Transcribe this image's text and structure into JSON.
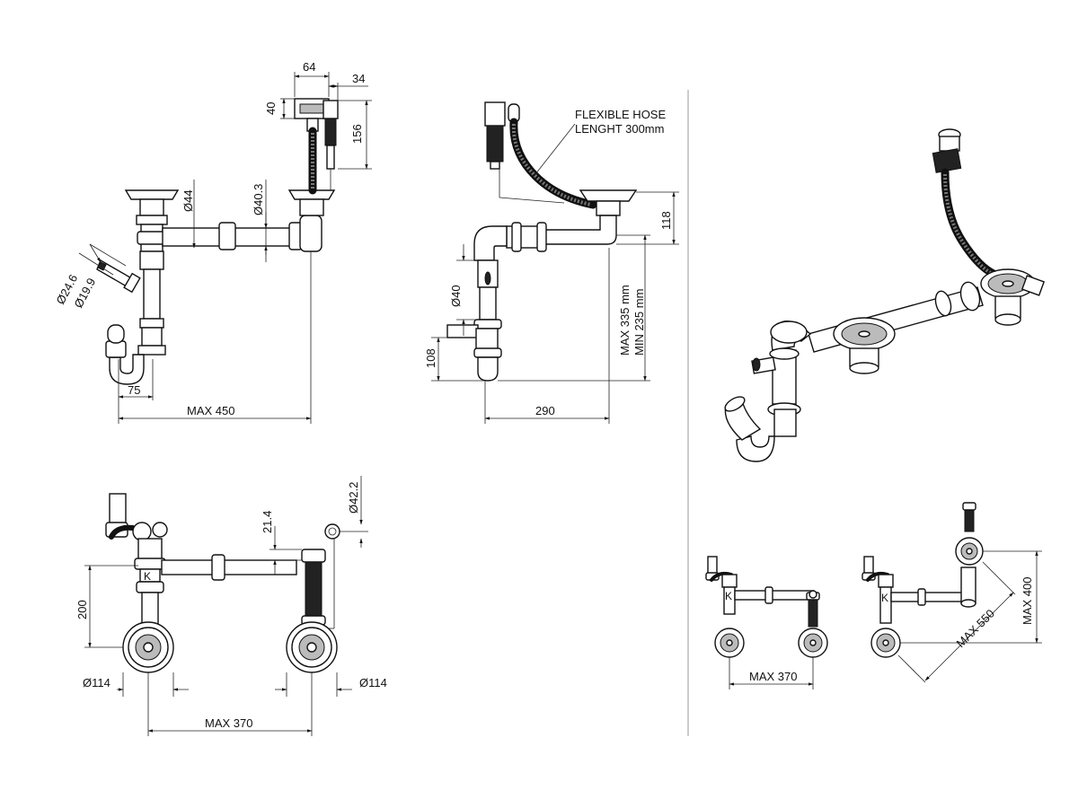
{
  "view_1_side": {
    "dim_width_top": "64",
    "dim_width_overflow": "34",
    "dim_height_top": "40",
    "dim_height_overflow": "156",
    "dim_dia_44": "Ø44",
    "dim_dia_40_3": "Ø40.3",
    "dim_dia_24_6": "Ø24.6",
    "dim_dia_19_9": "Ø19.9",
    "dim_75": "75",
    "dim_max_450": "MAX 450"
  },
  "view_2_side": {
    "hose_label_line1": "FLEXIBLE HOSE",
    "hose_label_line2": "LENGHT 300mm",
    "dim_118": "118",
    "dim_dia_40": "Ø40",
    "dim_108": "108",
    "dim_max_335": "MAX 335 mm",
    "dim_min_235": "MIN 235 mm",
    "dim_290": "290"
  },
  "view_3_top": {
    "dim_dia_42_2": "Ø42.2",
    "dim_21_4": "21.4",
    "dim_200": "200",
    "dim_dia_114_left": "Ø114",
    "dim_dia_114_right": "Ø114",
    "dim_max_370": "MAX 370"
  },
  "view_4_small_top": {
    "dim_max_370": "MAX 370"
  },
  "view_5_small_corner": {
    "dim_max_550": "MAX 550",
    "dim_max_400": "MAX 400"
  }
}
